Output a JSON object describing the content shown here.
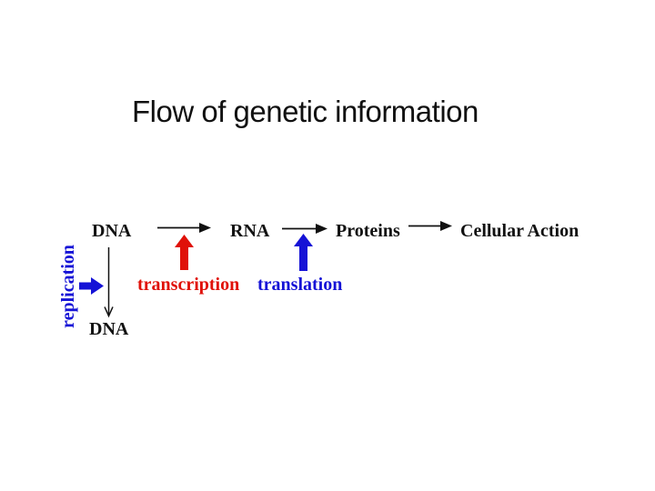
{
  "slide": {
    "title": "Flow of genetic information"
  },
  "colors": {
    "title_text": "#111111",
    "node_text": "#111111",
    "arrow_black": "#111111",
    "red": "#e01109",
    "blue": "#1512d6"
  },
  "diagram": {
    "nodes": {
      "dna_top": "DNA",
      "rna": "RNA",
      "proteins": "Proteins",
      "cellular_action": "Cellular Action",
      "dna_bottom": "DNA"
    },
    "process_labels": {
      "transcription": "transcription",
      "translation": "translation",
      "replication": "replication"
    },
    "arrows": [
      "dna-to-rna",
      "rna-to-proteins",
      "proteins-to-cellular-action",
      "transcription-up-arrow",
      "translation-up-arrow",
      "replication-right-arrow",
      "dna-to-dna-down-arrow"
    ]
  }
}
